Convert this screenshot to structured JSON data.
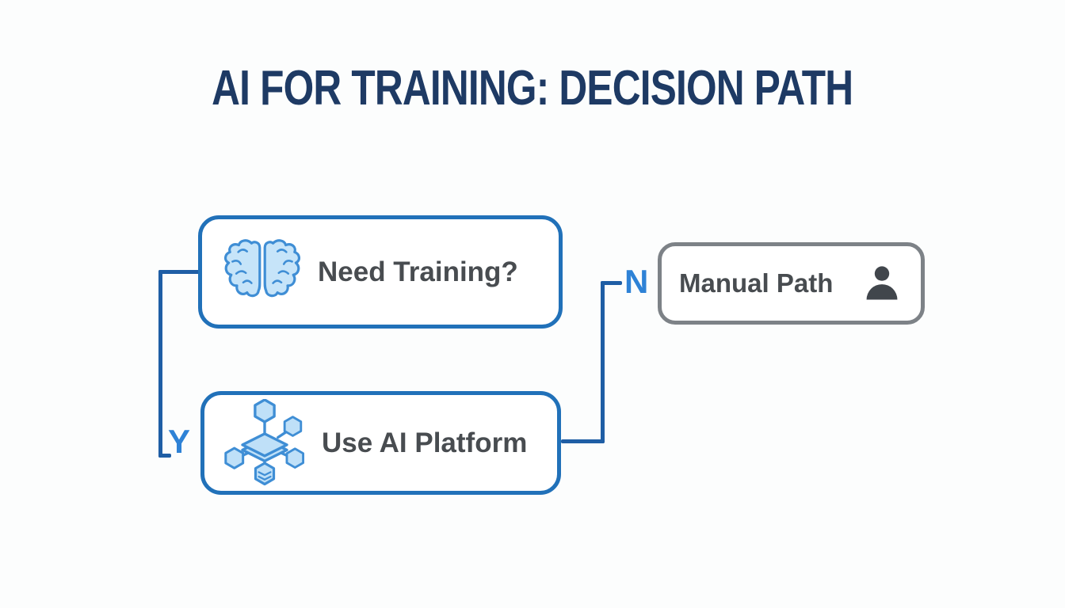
{
  "title": "AI FOR TRAINING: DECISION PATH",
  "nodes": [
    {
      "id": "need-training",
      "label": "Need Training?",
      "icon": "brain-icon"
    },
    {
      "id": "use-ai-platform",
      "label": "Use AI Platform",
      "icon": "ai-network-icon"
    },
    {
      "id": "manual-path",
      "label": "Manual Path",
      "icon": "person-icon"
    }
  ],
  "edges": [
    {
      "from": "need-training",
      "to": "use-ai-platform",
      "label": "Y"
    },
    {
      "from": "need-training",
      "to": "manual-path",
      "label": "N"
    }
  ],
  "colors": {
    "background": "#fcfdfd",
    "title_text": "#1e3a64",
    "node_border_blue": "#2171b9",
    "node_border_gray": "#7d8287",
    "node_text": "#484c50",
    "connector_line": "#1f5ea5",
    "edge_label_blue": "#2e82d6",
    "icon_fill_light_blue": "#c6e4f9",
    "icon_stroke_blue": "#3f8ed5",
    "person_icon_gray": "#41464c"
  }
}
